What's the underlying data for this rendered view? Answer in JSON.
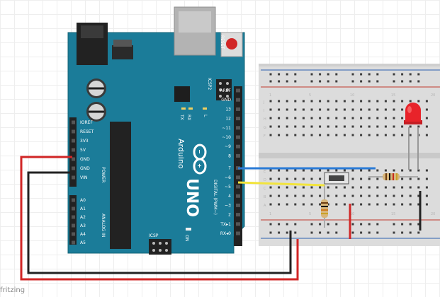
{
  "board": {
    "model": "UNO",
    "brand": "Arduino",
    "reset_label": "RESET",
    "icsp2_label": "ICSP2",
    "icsp_label": "ICSP",
    "tx_label": "TX",
    "rx_label": "RX",
    "l_label": "L",
    "on_label": "ON",
    "digital_label": "DIGITAL (PWM~)",
    "power_label": "POWER",
    "analog_label": "ANALOG IN",
    "left_header_pins": [
      "IOREF",
      "RESET",
      "3V3",
      "5V",
      "GND",
      "GND",
      "VIN"
    ],
    "analog_pins": [
      "A0",
      "A1",
      "A2",
      "A3",
      "A4",
      "A5"
    ],
    "digital_pins": [
      "AREF",
      "GND",
      "13",
      "12",
      "~11",
      "~10",
      "~9",
      "8",
      "7",
      "~6",
      "~5",
      "4",
      "~3",
      "2",
      "TX▸1",
      "RX◂0"
    ]
  },
  "breadboard": {
    "row_letters_top": [
      "J",
      "I",
      "H",
      "G",
      "F"
    ],
    "row_letters_bottom": [
      "E",
      "D",
      "C",
      "B",
      "A"
    ],
    "column_numbers": [
      "1",
      "5",
      "10",
      "15",
      "20"
    ]
  },
  "components": {
    "led_color": "#e8232a",
    "wire_colors": {
      "red": "#d12626",
      "black": "#222222",
      "blue": "#2b7bd6",
      "yellow": "#f2e43c"
    },
    "board_color": "#1b7c99"
  },
  "footer_text": "fritzing"
}
